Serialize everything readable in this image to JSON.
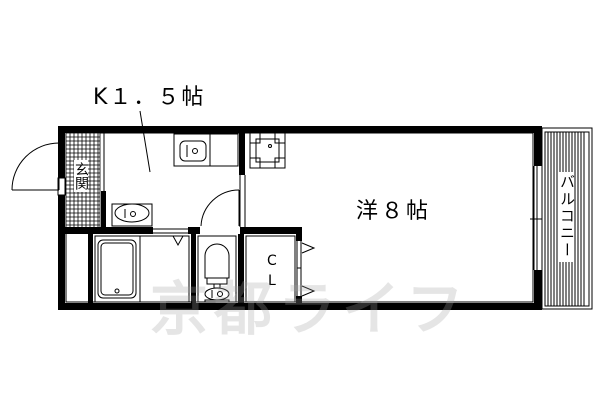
{
  "floorplan": {
    "layout_type": "1K",
    "rooms": {
      "kitchen": {
        "label": "K１．５帖"
      },
      "western_room": {
        "label": "洋８帖"
      },
      "entrance": {
        "label": "玄関"
      },
      "balcony": {
        "label": "バルコニー"
      },
      "closet": {
        "label_c": "C",
        "label_l": "L"
      }
    },
    "watermark": "京都ライフ",
    "colors": {
      "wall": "#000000",
      "background": "#ffffff",
      "watermark": "#a0a0a0"
    }
  }
}
